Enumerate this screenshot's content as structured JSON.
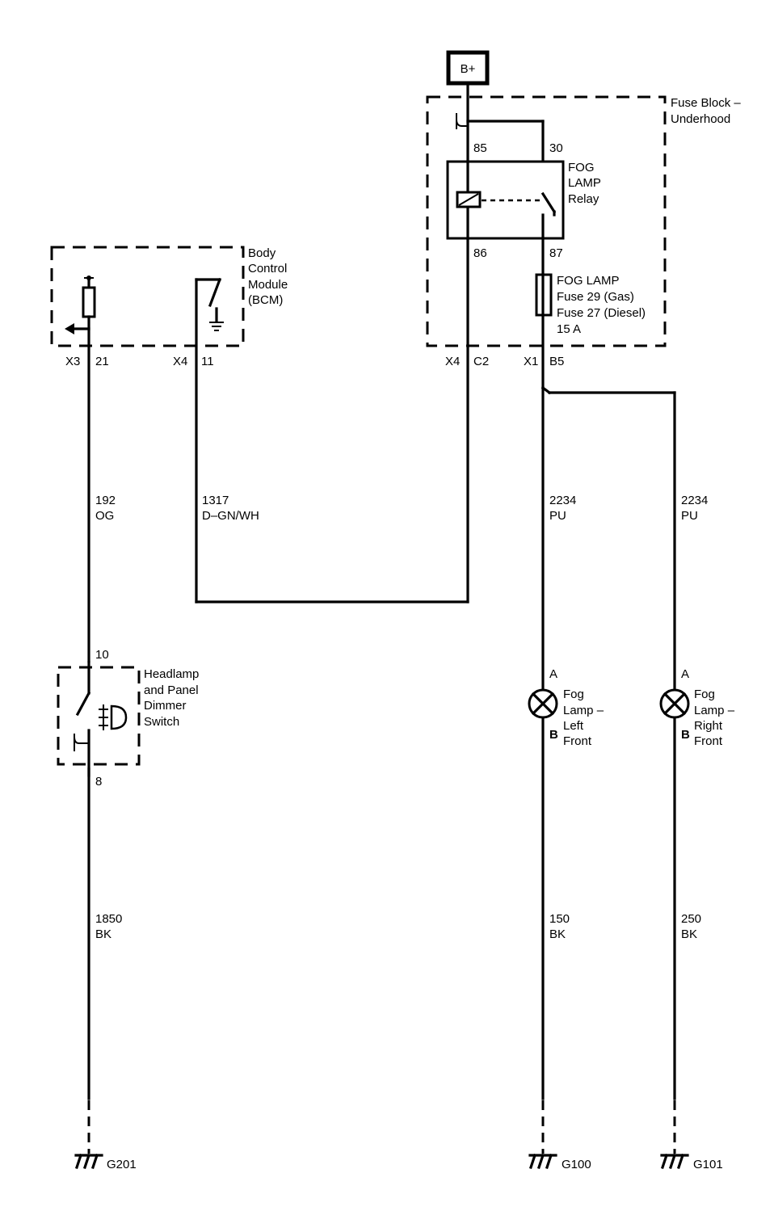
{
  "power_source": "B+",
  "fuse_block": {
    "label_line1": "Fuse Block –",
    "label_line2": "Underhood",
    "relay_line1": "FOG",
    "relay_line2": "LAMP",
    "relay_line3": "Relay",
    "pin_85": "85",
    "pin_30": "30",
    "pin_86": "86",
    "pin_87": "87",
    "fuse_line1": "FOG LAMP",
    "fuse_line2": "Fuse 29 (Gas)",
    "fuse_line3": "Fuse 27 (Diesel)",
    "fuse_line4": "15 A",
    "conn_x4": "X4",
    "conn_c2": "C2",
    "conn_x1": "X1",
    "conn_b5": "B5"
  },
  "bcm": {
    "label_line1": "Body",
    "label_line2": "Control",
    "label_line3": "Module",
    "label_line4": "(BCM)",
    "conn_x3": "X3",
    "pin_21": "21",
    "conn_x4": "X4",
    "pin_11": "11"
  },
  "wires": {
    "w192_num": "192",
    "w192_color": "OG",
    "w1317_num": "1317",
    "w1317_color": "D–GN/WH",
    "w2234a_num": "2234",
    "w2234a_color": "PU",
    "w2234b_num": "2234",
    "w2234b_color": "PU",
    "w1850_num": "1850",
    "w1850_color": "BK",
    "w150_num": "150",
    "w150_color": "BK",
    "w250_num": "250",
    "w250_color": "BK"
  },
  "switch": {
    "pin_top": "10",
    "pin_bottom": "8",
    "label_line1": "Headlamp",
    "label_line2": "and Panel",
    "label_line3": "Dimmer",
    "label_line4": "Switch"
  },
  "lamp_left": {
    "pin_a": "A",
    "pin_b": "B",
    "label_line1": "Fog",
    "label_line2": "Lamp –",
    "label_line3": "Left",
    "label_line4": "Front"
  },
  "lamp_right": {
    "pin_a": "A",
    "pin_b": "B",
    "label_line1": "Fog",
    "label_line2": "Lamp –",
    "label_line3": "Right",
    "label_line4": "Front"
  },
  "grounds": {
    "g201": "G201",
    "g100": "G100",
    "g101": "G101"
  }
}
